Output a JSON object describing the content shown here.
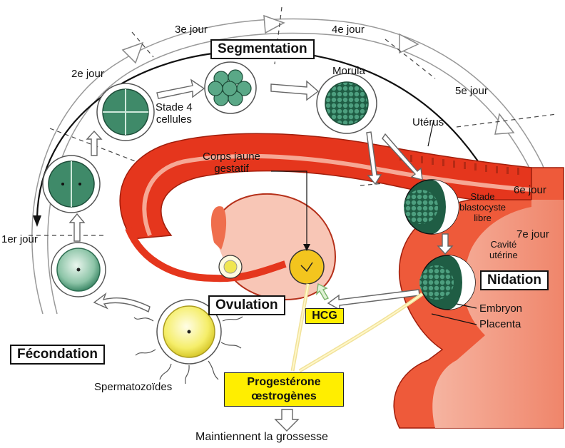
{
  "labels": {
    "day1": "1er jour",
    "day2": "2e jour",
    "day3": "3e jour",
    "day4": "4e jour",
    "day5": "5e jour",
    "day6": "6e jour",
    "day7": "7e jour",
    "segmentation": "Segmentation",
    "morula": "Morula",
    "stage4_line1": "Stade 4",
    "stage4_line2": "cellules",
    "uterus": "Utérus",
    "corps_jaune_line1": "Corps jaune",
    "corps_jaune_line2": "gestatif",
    "blasto_line1": "Stade",
    "blasto_line2": "blastocyste",
    "blasto_line3": "libre",
    "cavite_line1": "Cavité",
    "cavite_line2": "utérine",
    "nidation": "Nidation",
    "ovulation": "Ovulation",
    "hcg": "HCG",
    "embryon": "Embryon",
    "placenta": "Placenta",
    "fecondation": "Fécondation",
    "spermatozoides": "Spermatozoïdes",
    "hormones_line1": "Progestérone",
    "hormones_line2": "œstrogènes",
    "maintain": "Maintiennent la grossesse"
  },
  "colors": {
    "tissue_red": "#e8321c",
    "tissue_light": "#f7b9a6",
    "cell_green": "#4f9d7b",
    "egg_yellow": "#f3ea5a",
    "label_yellow": "#ffee00"
  }
}
